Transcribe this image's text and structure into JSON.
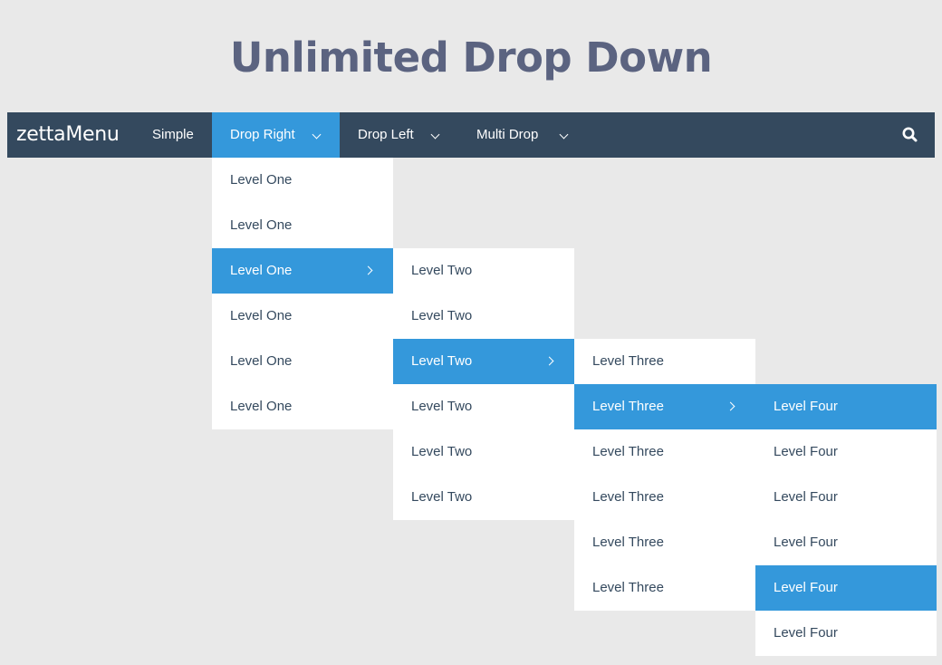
{
  "page": {
    "title": "Unlimited Drop Down"
  },
  "navbar": {
    "brand": "zettaMenu",
    "items": [
      {
        "label": "Simple",
        "has_dropdown": false,
        "active": false
      },
      {
        "label": "Drop Right",
        "has_dropdown": true,
        "active": true
      },
      {
        "label": "Drop Left",
        "has_dropdown": true,
        "active": false
      },
      {
        "label": "Multi Drop",
        "has_dropdown": true,
        "active": false
      }
    ],
    "search_icon": "search-icon"
  },
  "menus": {
    "level_one": {
      "items": [
        "Level One",
        "Level One",
        "Level One",
        "Level One",
        "Level One",
        "Level One"
      ],
      "active_index": 2
    },
    "level_two": {
      "items": [
        "Level Two",
        "Level Two",
        "Level Two",
        "Level Two",
        "Level Two",
        "Level Two"
      ],
      "active_index": 2
    },
    "level_three": {
      "items": [
        "Level Three",
        "Level Three",
        "Level Three",
        "Level Three",
        "Level Three",
        "Level Three"
      ],
      "active_index": 1
    },
    "level_four": {
      "items": [
        "Level Four",
        "Level Four",
        "Level Four",
        "Level Four",
        "Level Four",
        "Level Four"
      ],
      "highlighted_indices": [
        0,
        4
      ]
    }
  },
  "colors": {
    "background": "#e9e9e9",
    "navbar": "#34495e",
    "accent": "#3498db",
    "menu_text": "#34495e",
    "title": "#5b6380"
  }
}
